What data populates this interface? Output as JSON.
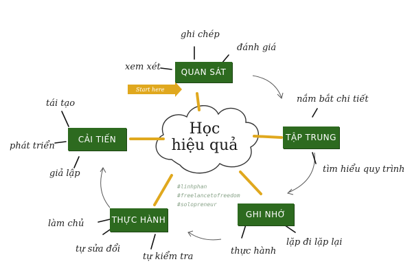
{
  "center": {
    "line1": "Học",
    "line2": "hiệu quả"
  },
  "start_label": "Start here",
  "tags": [
    "#linhphan",
    "#freelancetofreedom",
    "#solopreneur"
  ],
  "nodes": {
    "quan_sat": {
      "label": "QUAN SÁT",
      "notes": [
        "ghi chép",
        "đánh giá",
        "xem xét"
      ]
    },
    "tap_trung": {
      "label": "TẬP TRUNG",
      "notes": [
        "nắm bắt chi tiết",
        "tìm hiểu quy trình"
      ]
    },
    "ghi_nho": {
      "label": "GHI NHỚ",
      "notes": [
        "lặp đi lặp lại",
        "thực hành"
      ]
    },
    "thuc_hanh": {
      "label": "THỰC HÀNH",
      "notes": [
        "làm chủ",
        "tự sửa đổi",
        "tự kiểm tra"
      ]
    },
    "cai_tien": {
      "label": "CẢI TIẾN",
      "notes": [
        "tái tạo",
        "phát triển",
        "giả lập"
      ]
    }
  },
  "colors": {
    "box": "#2d6a1f",
    "accent": "#e0a81e",
    "ink": "#222222"
  }
}
